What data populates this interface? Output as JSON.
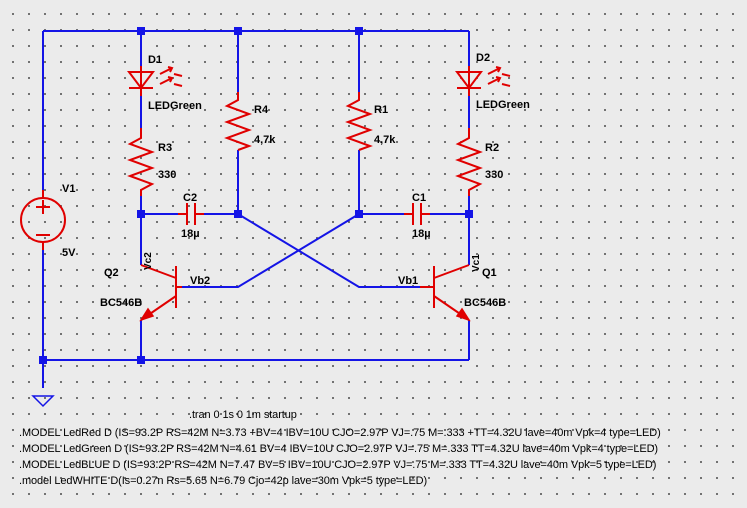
{
  "components": {
    "d1": {
      "name": "D1",
      "value": "LEDGreen"
    },
    "d2": {
      "name": "D2",
      "value": "LEDGreen"
    },
    "r1": {
      "name": "R1",
      "value": "4,7k"
    },
    "r2": {
      "name": "R2",
      "value": "330"
    },
    "r3": {
      "name": "R3",
      "value": "330"
    },
    "r4": {
      "name": "R4",
      "value": "4,7k"
    },
    "c1": {
      "name": "C1",
      "value": "18µ"
    },
    "c2": {
      "name": "C2",
      "value": "18µ"
    },
    "v1": {
      "name": "V1",
      "value": "5V"
    },
    "q1": {
      "name": "Q1",
      "value": "BC546B"
    },
    "q2": {
      "name": "Q2",
      "value": "BC546B"
    }
  },
  "net_labels": {
    "vc1": "Vc1",
    "vc2": "Vc2",
    "vb1": "Vb1",
    "vb2": "Vb2"
  },
  "directives": [
    ".tran 0 1s 0 1m startup",
    ".MODEL LedRed D (IS=93.2P RS=42M N=3.73 +BV=4 IBV=10U CJO=2.97P VJ=.75 M=.333 +TT=4.32U lave=40m Vpk=4 type=LED)",
    ".MODEL LedGreen D (IS=93.2P RS=42M N=4.61 BV=4 IBV=10U CJO=2.97P VJ=.75 M=.333 TT=4.32U lave=40m Vpk=4 type=LED)",
    ".MODEL LedBLUE D (IS=93.2P RS=42M N=7.47 BV=5 IBV=10U CJO=2.97P VJ=.75 M=.333 TT=4.32U lave=40m Vpk=5 type=LED)",
    ".model LedWHITE D(Is=0.27n Rs=5.65 N=6.79 Cjo=42p lave=30m Vpk=5 type=LED)"
  ],
  "colors": {
    "wire": "#1414e6",
    "component": "#e00000",
    "background": "#ebebeb"
  }
}
